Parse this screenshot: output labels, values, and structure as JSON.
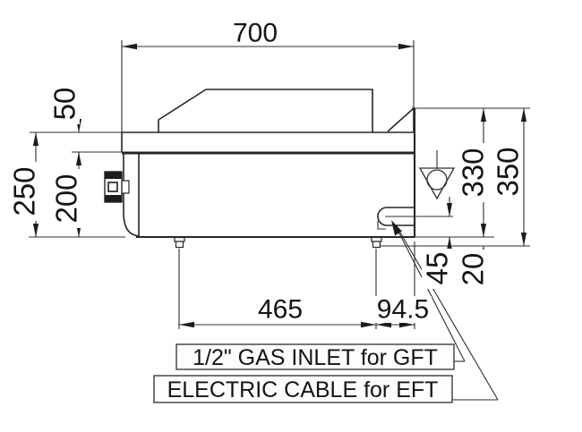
{
  "drawing": {
    "type": "technical-side-elevation",
    "colors": {
      "line": "#262626",
      "text": "#141414",
      "background": "#ffffff"
    },
    "dims": {
      "top_width": "700",
      "worktop_thickness": "50",
      "left_total_height": "250",
      "left_body_height": "200",
      "right_inner_height": "330",
      "right_total_height": "350",
      "inlet_height": "45",
      "feet_height": "20",
      "feet_spacing": "465",
      "inlet_offset": "94.5"
    },
    "labels": {
      "gas_inlet": "1/2\" GAS INLET for GFT",
      "electric_cable": "ELECTRIC CABLE for EFT"
    },
    "symbols": {
      "level_datum": "inverted-triangle-with-circle",
      "gas_inlet_connector": "capsule-pipe",
      "control_knob": "front-knob",
      "feet": "adjustable-feet"
    }
  }
}
